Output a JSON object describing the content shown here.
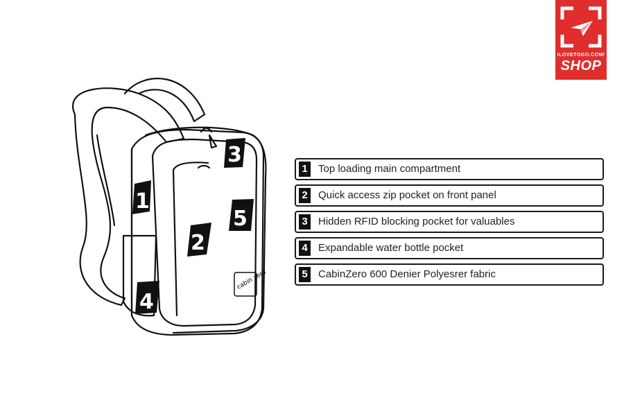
{
  "logo": {
    "site_text": "ILOVETOGO.COM/",
    "word": "SHOP",
    "color": "#e02d2d"
  },
  "backpack": {
    "brand_mark": "cabin zero",
    "markers": [
      "1",
      "2",
      "3",
      "4",
      "5"
    ]
  },
  "legend": {
    "items": [
      {
        "number": "1",
        "text": "Top loading main compartment"
      },
      {
        "number": "2",
        "text": "Quick access zip pocket on front panel"
      },
      {
        "number": "3",
        "text": "Hidden RFID blocking pocket for valuables"
      },
      {
        "number": "4",
        "text": "Expandable water bottle pocket"
      },
      {
        "number": "5",
        "text": "CabinZero 600 Denier Polyesrer fabric"
      }
    ]
  }
}
